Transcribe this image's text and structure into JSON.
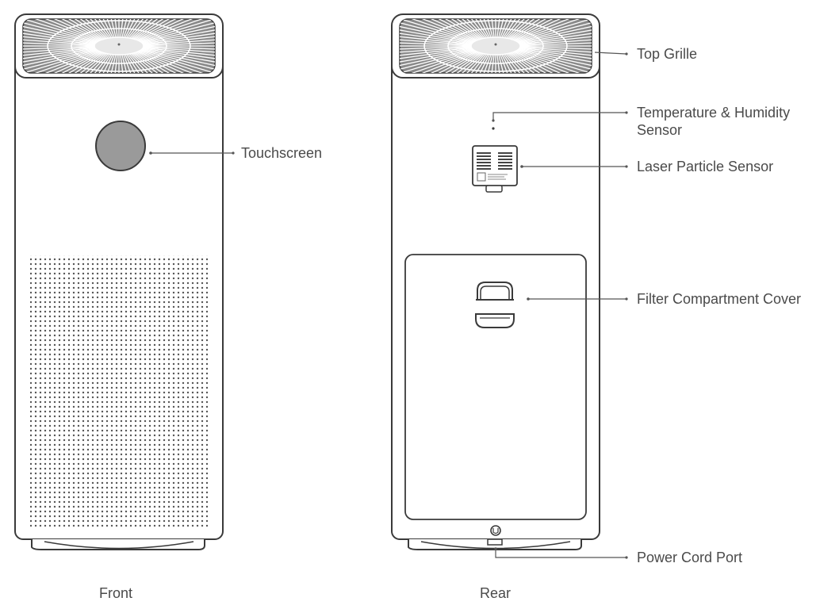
{
  "views": {
    "front": {
      "caption": "Front"
    },
    "rear": {
      "caption": "Rear"
    }
  },
  "callouts": {
    "touchscreen": "Touchscreen",
    "top_grille": "Top Grille",
    "temp_humidity_line1": "Temperature & Humidity",
    "temp_humidity_line2": "Sensor",
    "laser_particle": "Laser Particle Sensor",
    "filter_cover": "Filter Compartment Cover",
    "power_cord": "Power Cord Port"
  },
  "colors": {
    "outline": "#3a3a3a",
    "grille": "#8a8a8a",
    "touchscreen": "#9a9a9a",
    "leader": "#555555"
  }
}
